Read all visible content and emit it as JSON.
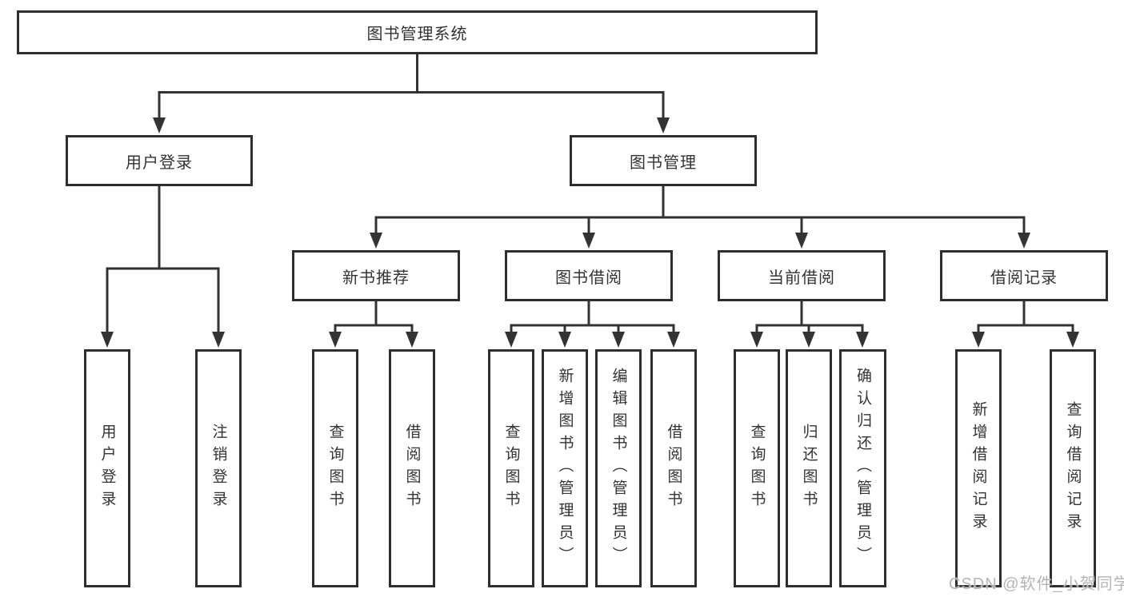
{
  "diagram": {
    "root": {
      "label": "图书管理系统"
    },
    "branches": [
      {
        "label": "用户登录",
        "children": [
          {
            "label": "用户登录"
          },
          {
            "label": "注销登录"
          }
        ]
      },
      {
        "label": "图书管理",
        "children": [
          {
            "label": "新书推荐",
            "children": [
              {
                "label": "查询图书"
              },
              {
                "label": "借阅图书"
              }
            ]
          },
          {
            "label": "图书借阅",
            "children": [
              {
                "label": "查询图书"
              },
              {
                "label": "新增图书（管理员）"
              },
              {
                "label": "编辑图书（管理员）"
              },
              {
                "label": "借阅图书"
              }
            ]
          },
          {
            "label": "当前借阅",
            "children": [
              {
                "label": "查询图书"
              },
              {
                "label": "归还图书"
              },
              {
                "label": "确认归还（管理员）"
              }
            ]
          },
          {
            "label": "借阅记录",
            "children": [
              {
                "label": "新增借阅记录"
              },
              {
                "label": "查询借阅记录"
              }
            ]
          }
        ]
      }
    ]
  },
  "watermark": {
    "text": "CSDN @软件_小贺同学"
  },
  "colors": {
    "line": "#333333",
    "box_border": "#2e2e2e",
    "text": "#333333",
    "watermark": "#b5b5b5",
    "background": "#ffffff"
  }
}
